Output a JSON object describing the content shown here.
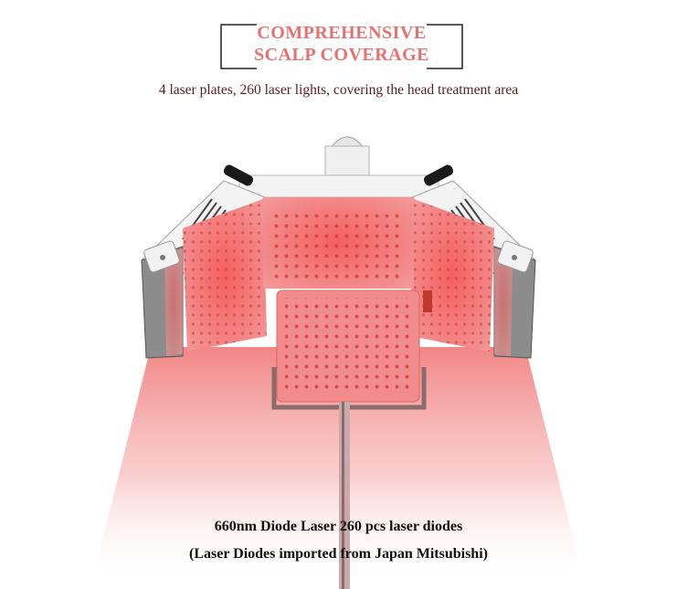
{
  "header": {
    "title_line1": "COMPREHENSIVE",
    "title_line2": "SCALP COVERAGE",
    "subtitle": "4 laser plates, 260 laser lights, covering the head treatment area"
  },
  "caption": {
    "line1": "660nm Diode Laser 260 pcs laser diodes",
    "line2": "(Laser Diodes imported from Japan Mitsubishi)"
  },
  "colors": {
    "title": "#e8706e",
    "subtitle": "#5a1e1e",
    "laser_red": "#f06a6a",
    "device_white": "#f2f2f2"
  }
}
